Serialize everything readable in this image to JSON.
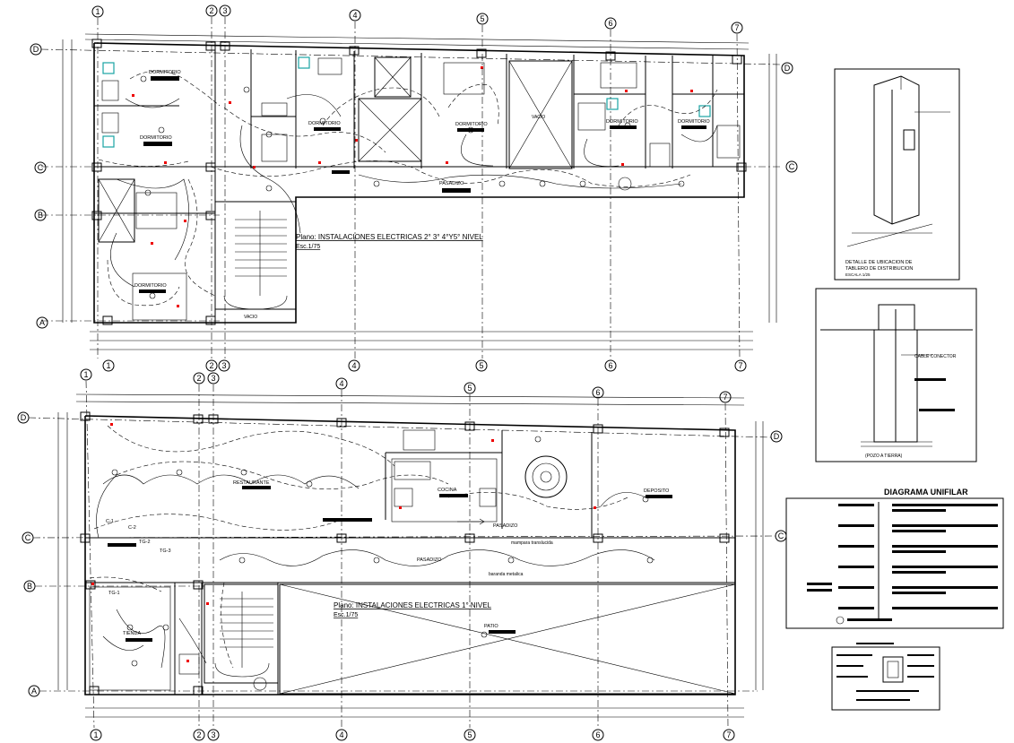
{
  "top_plan": {
    "title": "Plano: INSTALACIONES ELECTRICAS 2° 3° 4°Y5° NIVEL",
    "scale": "Esc.1/75",
    "rooms": [
      "DORMITORIO",
      "DORMITORIO",
      "DORMITORIO",
      "DORMITORIO",
      "DORMITORIO",
      "DORMITORIO",
      "DORMITORIO",
      "PASADIZO",
      "VACIO",
      "VACIO"
    ],
    "axes_top": [
      "1",
      "2",
      "3",
      "4",
      "5",
      "6",
      "7"
    ],
    "axes_side": [
      "D",
      "C",
      "B",
      "A"
    ]
  },
  "bottom_plan": {
    "title": "Plano: INSTALACIONES ELECTRICAS 1° NIVEL",
    "scale": "Esc.1/75",
    "rooms": [
      "RESTAURANTE",
      "COCINA",
      "DEPOSITO",
      "PASADIZO",
      "PASADIZO",
      "TIENDA",
      "PATIO"
    ],
    "notes": [
      "mampara translucida",
      "baranda metalica"
    ],
    "panels": [
      "TG-1",
      "TG-2",
      "TG-3"
    ],
    "circuits": [
      "C-1",
      "C-2"
    ],
    "axes_top": [
      "1",
      "2",
      "3",
      "4",
      "5",
      "6",
      "7"
    ],
    "axes_side": [
      "D",
      "C",
      "B",
      "A"
    ]
  },
  "detail_panel": {
    "caption_1": "DETALLE DE UBICACION DE",
    "caption_2": "TABLERO DE DISTRIBUCION",
    "scale": "ESCALA 1/25"
  },
  "ground_detail": {
    "label": "CABLE CONECTOR",
    "caption": "(POZO A TIERRA)"
  },
  "single_line": {
    "title": "DIAGRAMA UNIFILAR"
  }
}
